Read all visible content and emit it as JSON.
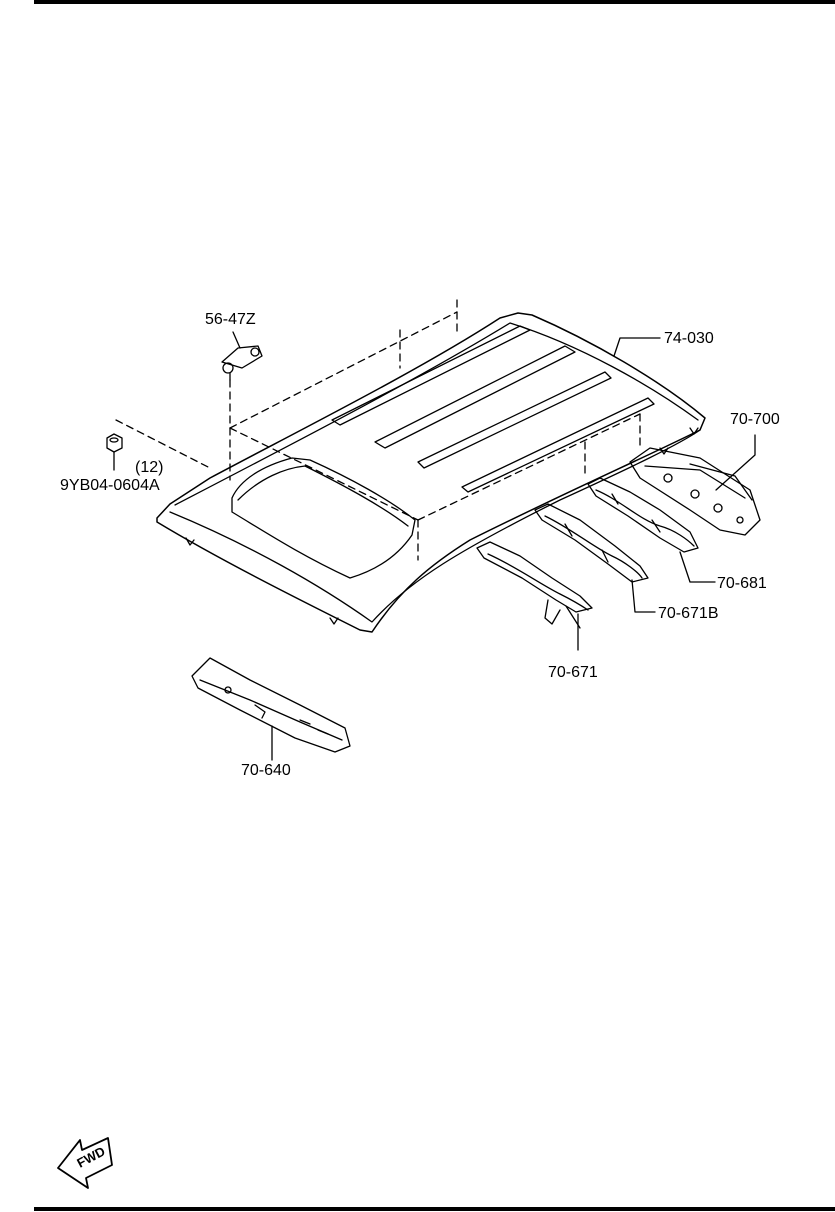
{
  "callouts": {
    "p56_47z": "56-47Z",
    "p74_030": "74-030",
    "p70_700": "70-700",
    "p70_681": "70-681",
    "p70_671b": "70-671B",
    "p70_671": "70-671",
    "p70_640": "70-640",
    "p9yb04": "9YB04-0604A",
    "torque": "(12)"
  },
  "fwd_label": "FWD"
}
